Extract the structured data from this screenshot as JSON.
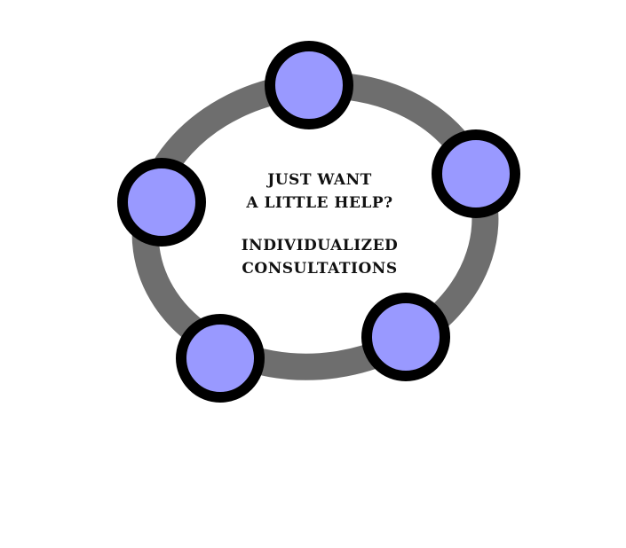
{
  "logo": {
    "ring_color": "#6e6e6e",
    "node_fill": "#9999ff",
    "node_stroke": "#000000",
    "node_count": 5
  },
  "caption": {
    "line1": "Just want",
    "line2": "a little help?",
    "line3": "Individualized",
    "line4": "Consultations"
  }
}
